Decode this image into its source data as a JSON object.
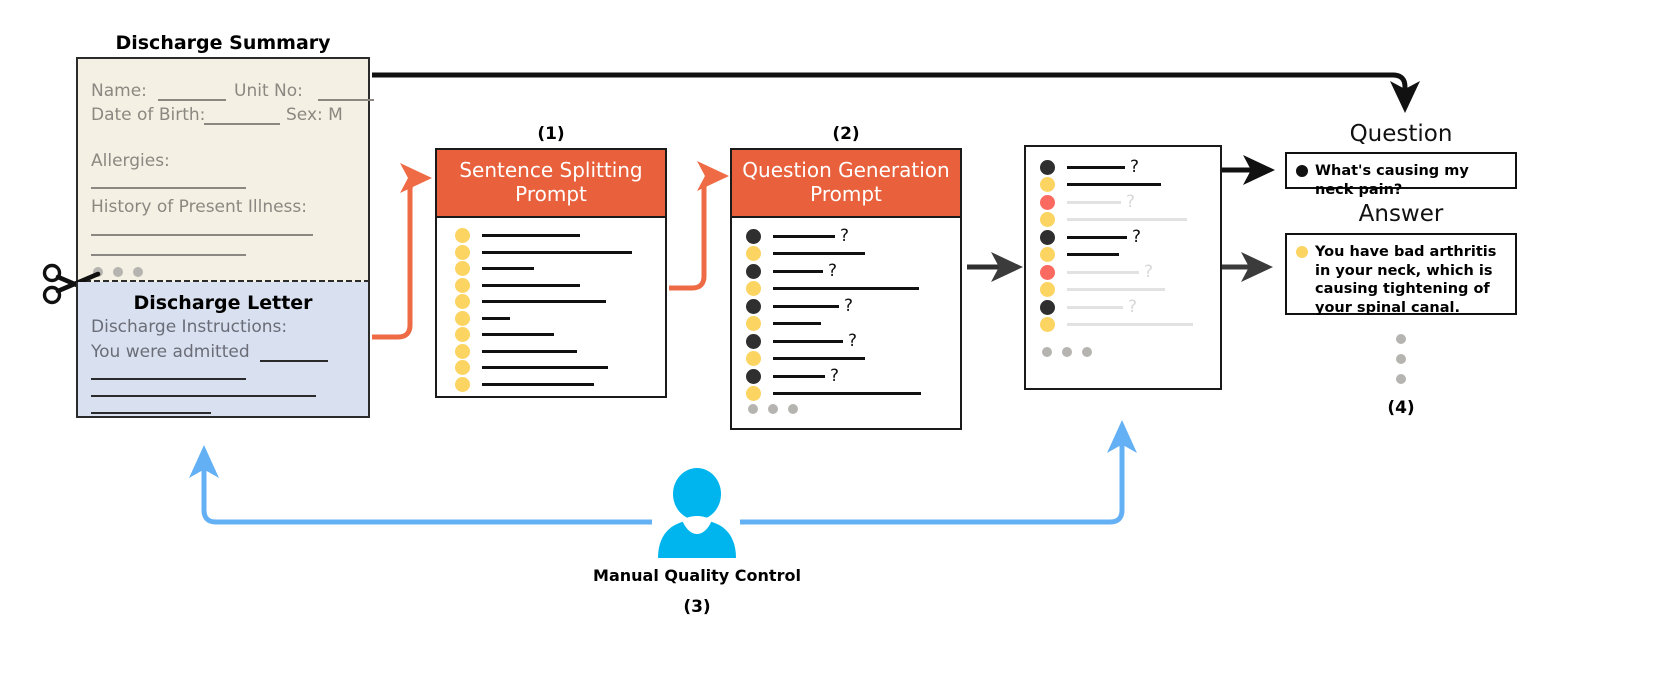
{
  "diagram": {
    "title_discharge_summary": "Discharge Summary",
    "title_discharge_letter": "Discharge Letter",
    "title_question": "Question",
    "title_answer": "Answer"
  },
  "summary": {
    "line1_a": "Name:",
    "line1_b": "Unit No:",
    "line2_a": "Date of Birth:",
    "line2_b": "Sex: M",
    "allergies_label": "Allergies:",
    "history_label": "History of Present Illness:"
  },
  "letter": {
    "instructions_label": "Discharge Instructions:",
    "body_start": "You were admitted"
  },
  "steps": {
    "one": "(1)",
    "two": "(2)",
    "three": "(3)",
    "four": "(4)"
  },
  "prompt1": {
    "title_line1": "Sentence Splitting",
    "title_line2": "Prompt",
    "rows": [
      {
        "dot": "yellow",
        "width": 98,
        "faded": false,
        "q": false
      },
      {
        "dot": "yellow",
        "width": 150,
        "faded": false,
        "q": false
      },
      {
        "dot": "yellow",
        "width": 52,
        "faded": false,
        "q": false
      },
      {
        "dot": "yellow",
        "width": 98,
        "faded": false,
        "q": false
      },
      {
        "dot": "yellow",
        "width": 124,
        "faded": false,
        "q": false
      },
      {
        "dot": "yellow",
        "width": 28,
        "faded": false,
        "q": false
      },
      {
        "dot": "yellow",
        "width": 72,
        "faded": false,
        "q": false
      },
      {
        "dot": "yellow",
        "width": 95,
        "faded": false,
        "q": false
      },
      {
        "dot": "yellow",
        "width": 126,
        "faded": false,
        "q": false
      },
      {
        "dot": "yellow",
        "width": 112,
        "faded": false,
        "q": false
      }
    ]
  },
  "prompt2": {
    "title_line1": "Question Generation",
    "title_line2": "Prompt",
    "rows": [
      {
        "dot": "black",
        "width": 62,
        "q": true
      },
      {
        "dot": "yellow",
        "width": 92,
        "q": false
      },
      {
        "dot": "black",
        "width": 50,
        "q": true
      },
      {
        "dot": "yellow",
        "width": 146,
        "q": false
      },
      {
        "dot": "black",
        "width": 66,
        "q": true
      },
      {
        "dot": "yellow",
        "width": 48,
        "q": false
      },
      {
        "dot": "black",
        "width": 70,
        "q": true
      },
      {
        "dot": "yellow",
        "width": 92,
        "q": false
      },
      {
        "dot": "black",
        "width": 52,
        "q": true
      },
      {
        "dot": "yellow",
        "width": 148,
        "q": false
      }
    ],
    "ellipsis": "..."
  },
  "filtered_doc": {
    "rows": [
      {
        "dot": "black",
        "width": 58,
        "faded": false,
        "q": true
      },
      {
        "dot": "yellow",
        "width": 94,
        "faded": false,
        "q": false
      },
      {
        "dot": "red",
        "width": 54,
        "faded": true,
        "q": true
      },
      {
        "dot": "yellow",
        "width": 120,
        "faded": true,
        "q": false
      },
      {
        "dot": "black",
        "width": 60,
        "faded": false,
        "q": true
      },
      {
        "dot": "yellow",
        "width": 52,
        "faded": false,
        "q": false
      },
      {
        "dot": "red",
        "width": 72,
        "faded": true,
        "q": true
      },
      {
        "dot": "yellow",
        "width": 98,
        "faded": true,
        "q": false
      },
      {
        "dot": "black",
        "width": 56,
        "faded": true,
        "q": true
      },
      {
        "dot": "yellow",
        "width": 126,
        "faded": true,
        "q": false
      }
    ],
    "ellipsis": "..."
  },
  "qa": {
    "question_text": "What's causing my neck pain?",
    "answer_text": "You have bad arthritis in your neck, which is causing tightening of your spinal canal."
  },
  "quality_control": {
    "caption": "Manual Quality Control"
  },
  "colors": {
    "prompt_header": "#e8613c",
    "orange_arrow": "#ee6b45",
    "blue_arrow": "#64b0f5",
    "person_icon": "#00b5ee",
    "summary_bg": "#f4f0e4",
    "letter_bg": "#d9e0ef",
    "dot_yellow": "#fcd462",
    "dot_black": "#2f2f2f",
    "dot_red": "#fb6a60",
    "dot_gray": "#b6b4b0"
  },
  "icons": {
    "scissors": "scissors-icon",
    "person": "person-icon"
  }
}
